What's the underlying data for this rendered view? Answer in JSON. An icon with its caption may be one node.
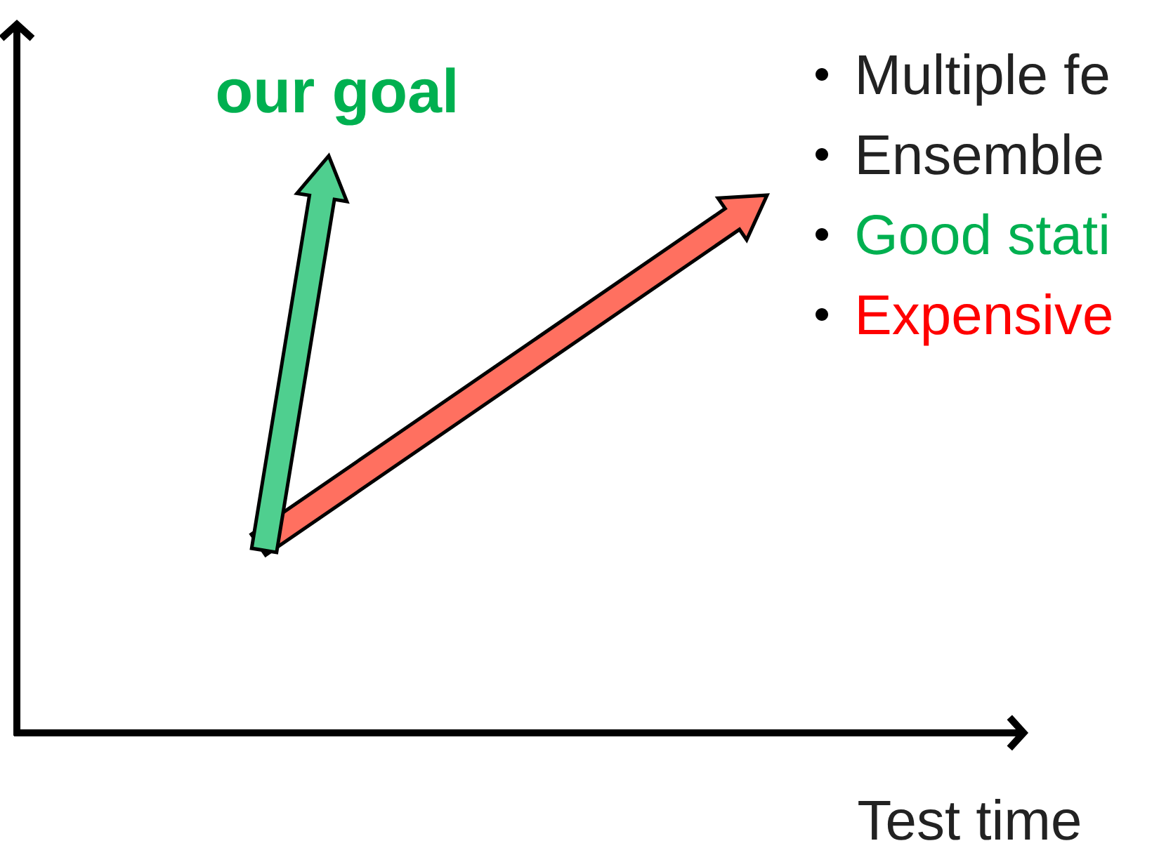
{
  "diagram": {
    "labels": [
      "our goal",
      "Multiple fe",
      "Ensemble",
      "Good stati",
      "Expensive",
      "Test time"
    ]
  }
}
